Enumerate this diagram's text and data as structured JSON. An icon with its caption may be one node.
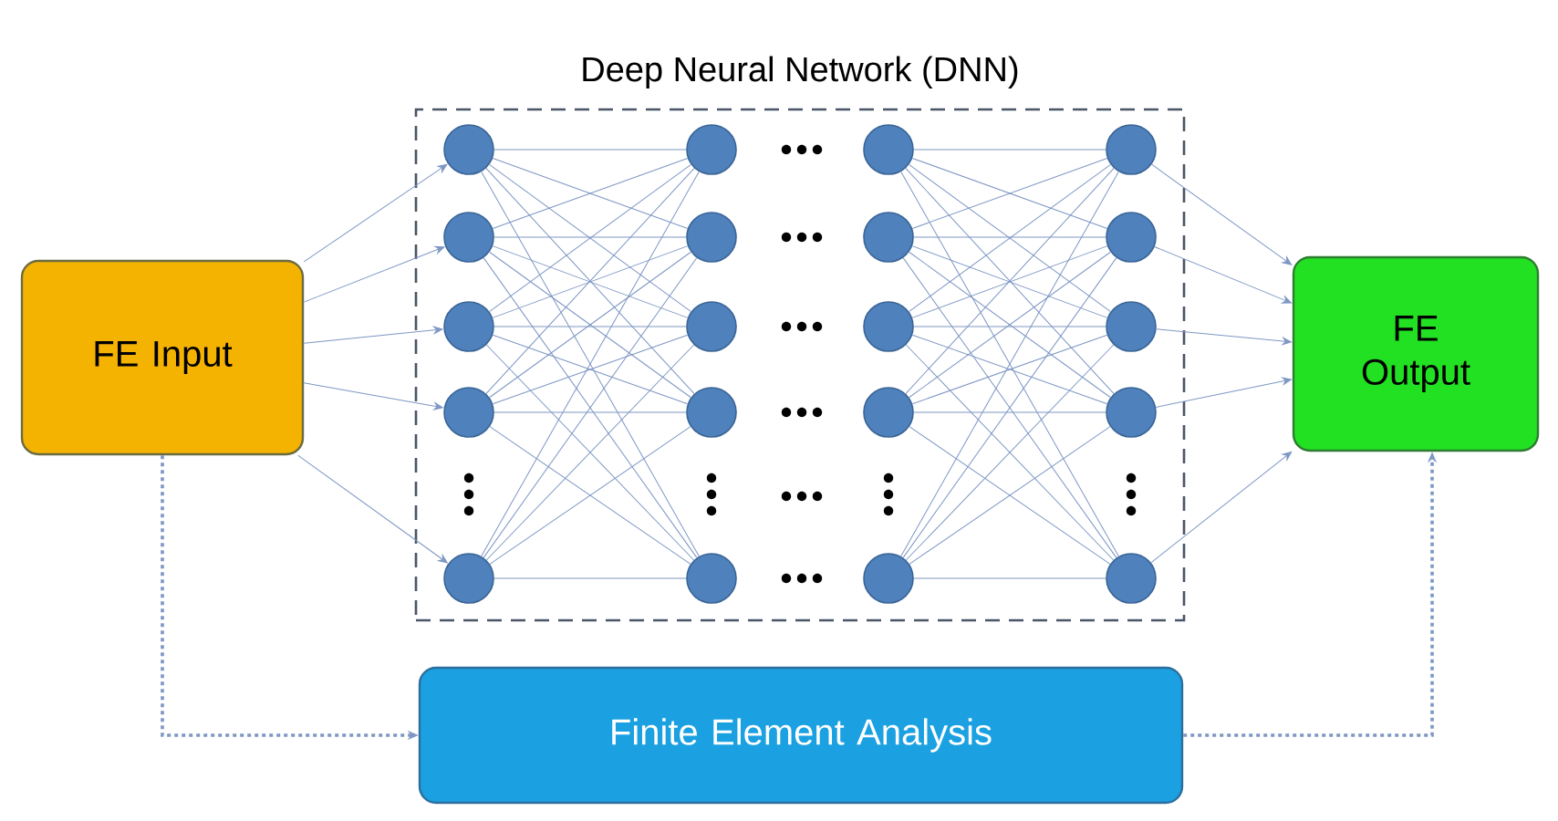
{
  "diagram": {
    "nodes": [
      {
        "text": [
          "FE Input"
        ]
      },
      {
        "text": [
          "Deep Neural Network (DNN)"
        ]
      },
      {
        "text": [],
        "shape": "circle",
        "in": 1
      },
      {
        "text": [],
        "shape": "circle",
        "in": 1
      },
      {
        "text": [],
        "shape": "circle",
        "in": 1
      },
      {
        "text": [],
        "shape": "circle",
        "in": 1
      },
      {
        "text": [],
        "shape": "circle",
        "in": 1
      },
      {
        "text": [],
        "shape": "circle",
        "in": 1
      },
      {
        "text": [],
        "shape": "circle",
        "in": 1
      },
      {
        "text": [],
        "shape": "circle",
        "in": 1
      },
      {
        "text": [],
        "shape": "circle",
        "in": 1
      },
      {
        "text": [],
        "shape": "circle",
        "in": 1
      },
      {
        "text": [],
        "shape": "circle",
        "in": 1
      },
      {
        "text": [],
        "shape": "circle",
        "in": 1
      },
      {
        "text": [],
        "shape": "circle",
        "in": 1
      },
      {
        "text": [],
        "shape": "circle",
        "in": 1
      },
      {
        "text": [],
        "shape": "circle",
        "in": 1
      },
      {
        "text": [],
        "shape": "circle",
        "in": 1
      },
      {
        "text": [],
        "shape": "circle",
        "in": 1
      },
      {
        "text": [],
        "shape": "circle",
        "in": 1
      },
      {
        "text": [],
        "shape": "circle",
        "in": 1
      },
      {
        "text": [],
        "shape": "circle",
        "in": 1
      },
      {
        "text": [
          "FE Output"
        ]
      },
      {
        "text": [
          "Finite Element Analysis"
        ]
      }
    ],
    "edges": [
      {
        "from": 0,
        "to": 2,
        "arrow": "to"
      },
      {
        "from": 0,
        "to": 3,
        "arrow": "to"
      },
      {
        "from": 0,
        "to": 4,
        "arrow": "to"
      },
      {
        "from": 0,
        "to": 5,
        "arrow": "to"
      },
      {
        "from": 0,
        "to": 6,
        "arrow": "to"
      },
      {
        "from": 2,
        "to": 7,
        "arrow": "none"
      },
      {
        "from": 2,
        "to": 8,
        "arrow": "none"
      },
      {
        "from": 2,
        "to": 9,
        "arrow": "none"
      },
      {
        "from": 2,
        "to": 10,
        "arrow": "none"
      },
      {
        "from": 2,
        "to": 11,
        "arrow": "none"
      },
      {
        "from": 3,
        "to": 7,
        "arrow": "none"
      },
      {
        "from": 3,
        "to": 8,
        "arrow": "none"
      },
      {
        "from": 3,
        "to": 9,
        "arrow": "none"
      },
      {
        "from": 3,
        "to": 10,
        "arrow": "none"
      },
      {
        "from": 3,
        "to": 11,
        "arrow": "none"
      },
      {
        "from": 4,
        "to": 7,
        "arrow": "none"
      },
      {
        "from": 4,
        "to": 8,
        "arrow": "none"
      },
      {
        "from": 4,
        "to": 9,
        "arrow": "none"
      },
      {
        "from": 4,
        "to": 10,
        "arrow": "none"
      },
      {
        "from": 4,
        "to": 11,
        "arrow": "none"
      },
      {
        "from": 5,
        "to": 7,
        "arrow": "none"
      },
      {
        "from": 5,
        "to": 8,
        "arrow": "none"
      },
      {
        "from": 5,
        "to": 9,
        "arrow": "none"
      },
      {
        "from": 5,
        "to": 10,
        "arrow": "none"
      },
      {
        "from": 5,
        "to": 11,
        "arrow": "none"
      },
      {
        "from": 6,
        "to": 7,
        "arrow": "none"
      },
      {
        "from": 6,
        "to": 8,
        "arrow": "none"
      },
      {
        "from": 6,
        "to": 9,
        "arrow": "none"
      },
      {
        "from": 6,
        "to": 10,
        "arrow": "none"
      },
      {
        "from": 6,
        "to": 11,
        "arrow": "none"
      },
      {
        "from": 12,
        "to": 17,
        "arrow": "none"
      },
      {
        "from": 12,
        "to": 18,
        "arrow": "none"
      },
      {
        "from": 12,
        "to": 19,
        "arrow": "none"
      },
      {
        "from": 12,
        "to": 20,
        "arrow": "none"
      },
      {
        "from": 12,
        "to": 21,
        "arrow": "none"
      },
      {
        "from": 13,
        "to": 17,
        "arrow": "none"
      },
      {
        "from": 13,
        "to": 18,
        "arrow": "none"
      },
      {
        "from": 13,
        "to": 19,
        "arrow": "none"
      },
      {
        "from": 13,
        "to": 20,
        "arrow": "none"
      },
      {
        "from": 13,
        "to": 21,
        "arrow": "none"
      },
      {
        "from": 14,
        "to": 17,
        "arrow": "none"
      },
      {
        "from": 14,
        "to": 18,
        "arrow": "none"
      },
      {
        "from": 14,
        "to": 19,
        "arrow": "none"
      },
      {
        "from": 14,
        "to": 20,
        "arrow": "none"
      },
      {
        "from": 14,
        "to": 21,
        "arrow": "none"
      },
      {
        "from": 15,
        "to": 17,
        "arrow": "none"
      },
      {
        "from": 15,
        "to": 18,
        "arrow": "none"
      },
      {
        "from": 15,
        "to": 19,
        "arrow": "none"
      },
      {
        "from": 15,
        "to": 20,
        "arrow": "none"
      },
      {
        "from": 15,
        "to": 21,
        "arrow": "none"
      },
      {
        "from": 16,
        "to": 17,
        "arrow": "none"
      },
      {
        "from": 16,
        "to": 18,
        "arrow": "none"
      },
      {
        "from": 16,
        "to": 19,
        "arrow": "none"
      },
      {
        "from": 16,
        "to": 20,
        "arrow": "none"
      },
      {
        "from": 16,
        "to": 21,
        "arrow": "none"
      },
      {
        "from": 17,
        "to": 22,
        "arrow": "to"
      },
      {
        "from": 18,
        "to": 22,
        "arrow": "to"
      },
      {
        "from": 19,
        "to": 22,
        "arrow": "to"
      },
      {
        "from": 20,
        "to": 22,
        "arrow": "to"
      },
      {
        "from": 21,
        "to": 22,
        "arrow": "to"
      },
      {
        "from": 0,
        "to": 23,
        "arrow": "to",
        "style": "dashed"
      },
      {
        "from": 23,
        "to": 22,
        "arrow": "to",
        "style": "dashed"
      }
    ]
  }
}
